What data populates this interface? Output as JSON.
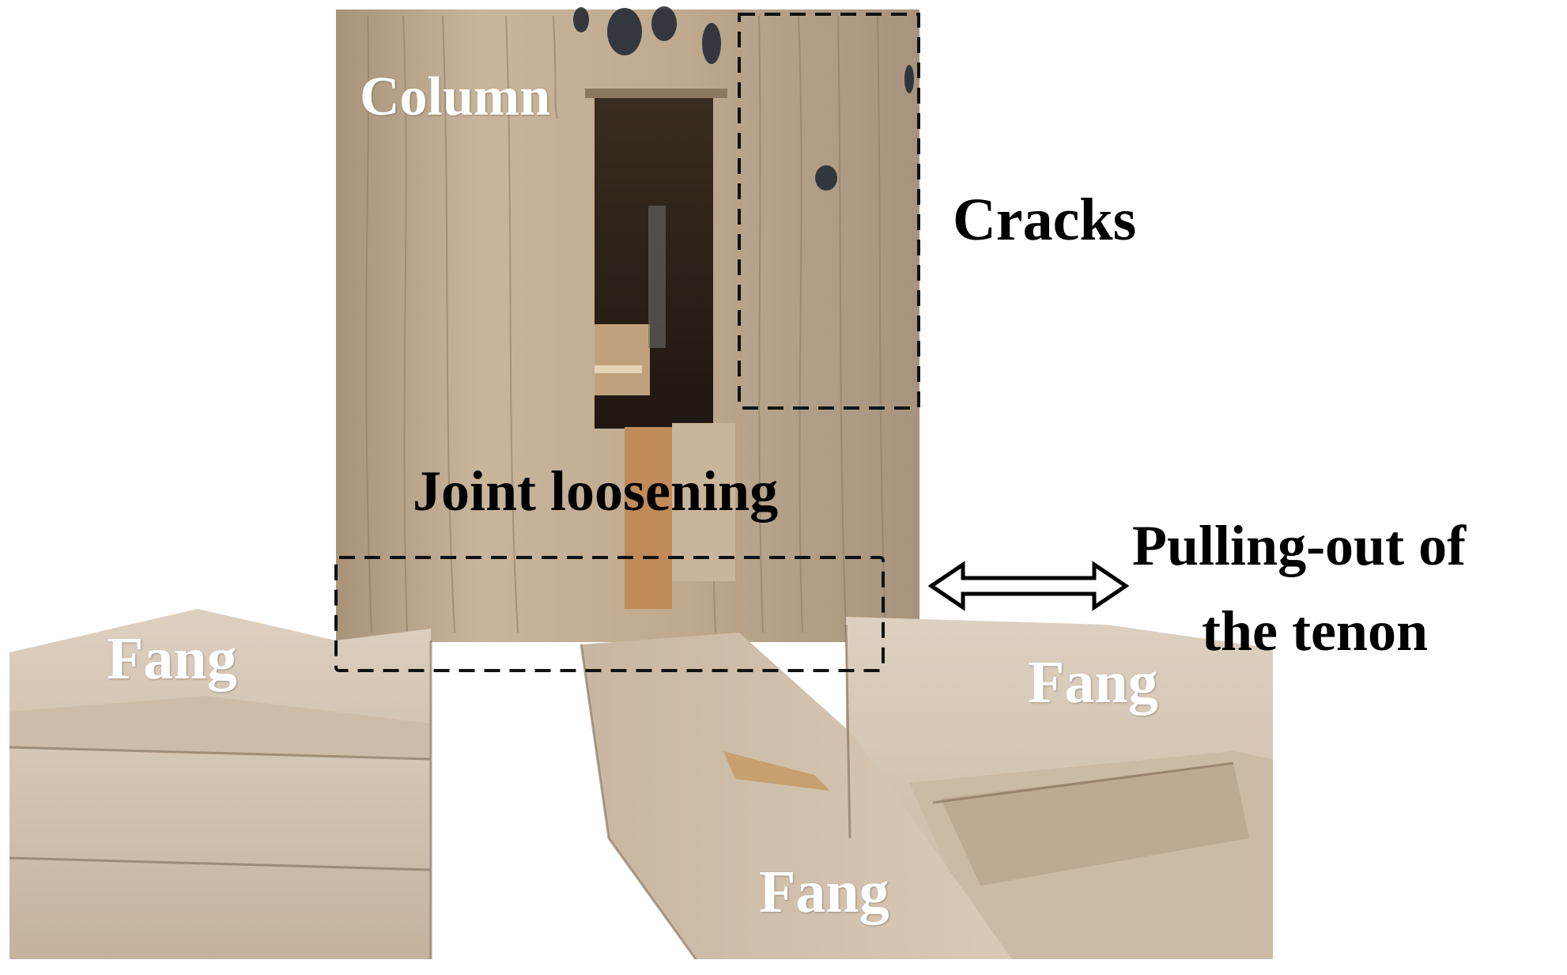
{
  "figure": {
    "labels": {
      "column": "Column",
      "cracks": "Cracks",
      "joint_loosening": "Joint loosening",
      "pulling_out_line1": "Pulling-out  of",
      "pulling_out_line2": "the  tenon",
      "fang_left": "Fang",
      "fang_right": "Fang",
      "fang_bottom": "Fang"
    },
    "colors": {
      "background": "#ffffff",
      "wood_light": "#d9cbb8",
      "wood_mid": "#bca88e",
      "wood_dark": "#6e5a44",
      "mortise_shadow": "#2b2016",
      "annotation_dash": "#111111",
      "label_light": "#ffffff",
      "label_dark": "#000000"
    }
  }
}
